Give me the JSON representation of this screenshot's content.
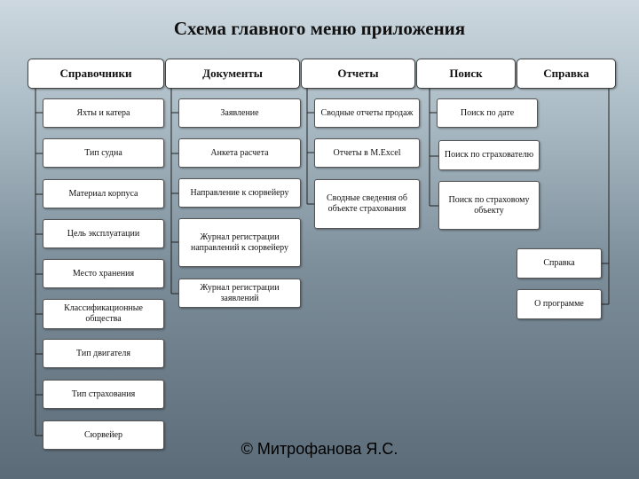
{
  "title": "Схема главного меню приложения",
  "footer": "© Митрофанова Я.С.",
  "menus": [
    {
      "label": "Справочники",
      "items": [
        "Яхты и катера",
        "Тип судна",
        "Материал корпуса",
        "Цель эксплуатации",
        "Место хранения",
        "Классификационные общества",
        "Тип двигателя",
        "Тип страхования",
        "Сюрвейер"
      ]
    },
    {
      "label": "Документы",
      "items": [
        "Заявление",
        "Анкета расчета",
        "Направление к сюрвейеру",
        "Журнал регистрации направлений к сюрвейеру",
        "Журнал регистрации заявлений"
      ]
    },
    {
      "label": "Отчеты",
      "items": [
        "Сводные отчеты продаж",
        "Отчеты в M.Excel",
        "Сводные сведения об объекте страхования"
      ]
    },
    {
      "label": "Поиск",
      "items": [
        "Поиск по дате",
        "Поиск по страхователю",
        "Поиск по страховому объекту"
      ]
    },
    {
      "label": "Справка",
      "items": [
        "Справка",
        "О программе"
      ]
    }
  ]
}
